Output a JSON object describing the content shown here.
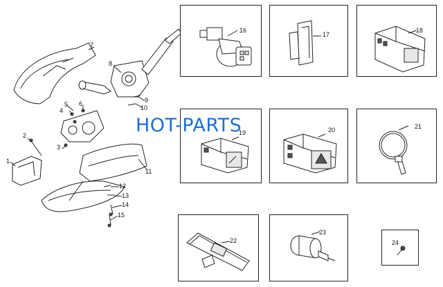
{
  "watermark": "HOT-PARTS",
  "colors": {
    "watermark": "#1d6fd6",
    "line": "#222222",
    "background": "#ffffff"
  },
  "callouts": {
    "p1": "1",
    "p2": "2",
    "p3": "3",
    "p4": "4",
    "p5": "5",
    "p6": "6",
    "p7": "7",
    "p8": "8",
    "p9": "9",
    "p10": "10",
    "p11": "11",
    "p12": "12",
    "p13": "13",
    "p14": "14",
    "p15": "15",
    "p16": "16",
    "p17": "17",
    "p18": "18",
    "p19": "19",
    "p20": "20",
    "p21": "21",
    "p22": "22",
    "p23": "23",
    "p24": "24"
  },
  "inset_parts": [
    {
      "id": "16",
      "icon": "connector-plug-icon"
    },
    {
      "id": "17",
      "icon": "switch-cover-icon"
    },
    {
      "id": "18",
      "icon": "switch-module-icon"
    },
    {
      "id": "19",
      "icon": "window-switch-icon"
    },
    {
      "id": "20",
      "icon": "hazard-switch-icon"
    },
    {
      "id": "21",
      "icon": "key-ring-icon"
    },
    {
      "id": "22",
      "icon": "switch-panel-icon"
    },
    {
      "id": "23",
      "icon": "ignition-cylinder-icon"
    },
    {
      "id": "24",
      "icon": "screw-icon"
    }
  ]
}
